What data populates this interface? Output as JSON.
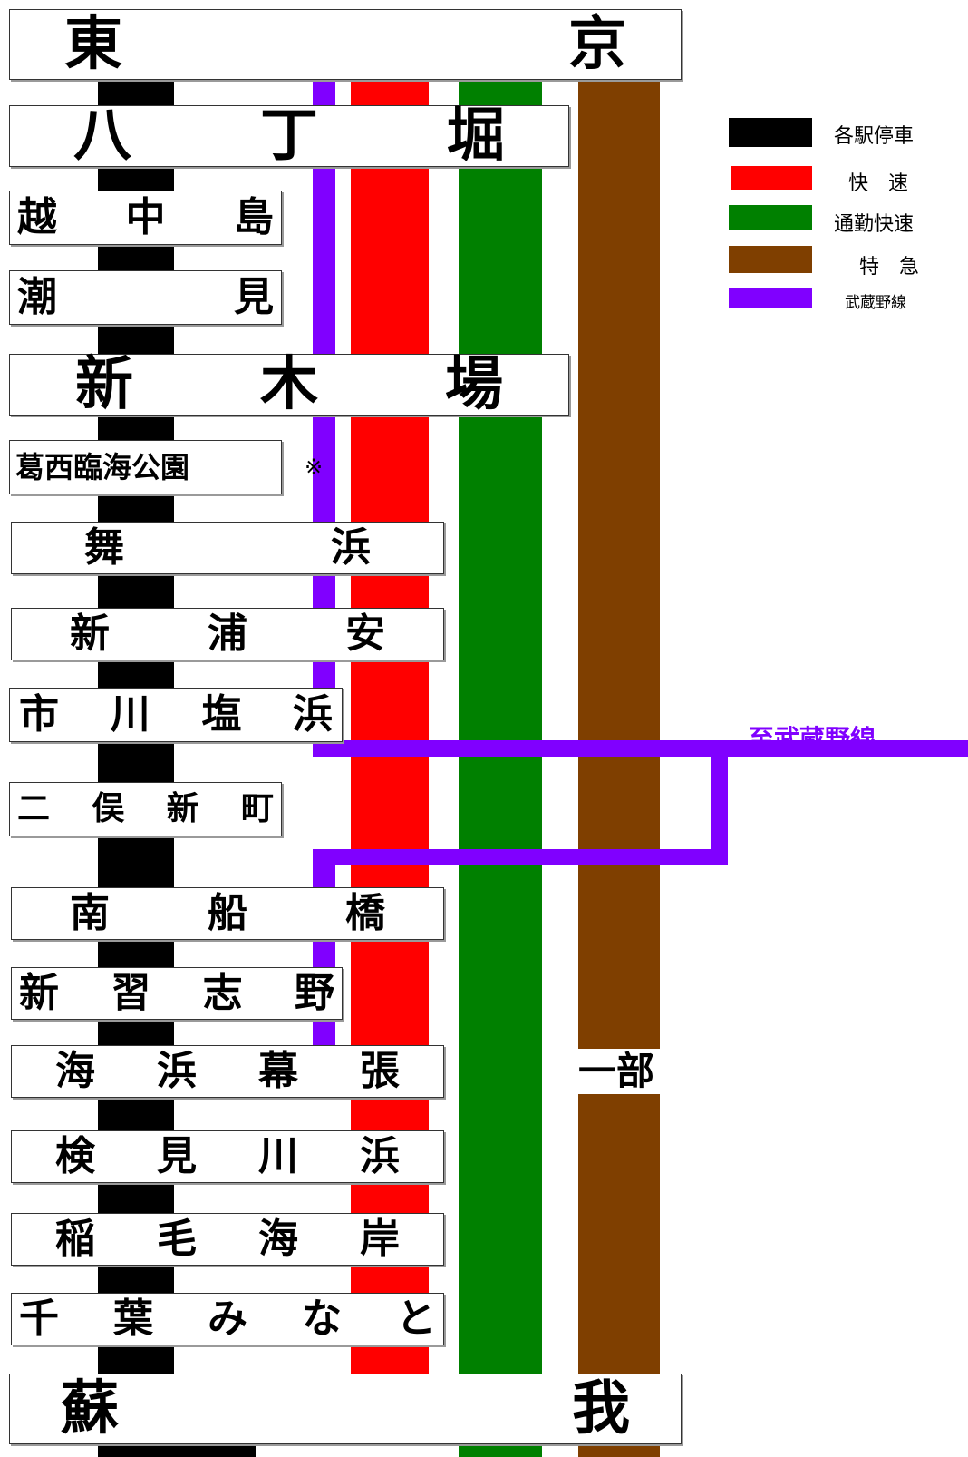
{
  "colors": {
    "local": "#000000",
    "rapid": "#ff0000",
    "commuter_rapid": "#008000",
    "limited_express": "#7f3f00",
    "musashino": "#8000ff"
  },
  "legend": [
    {
      "key": "local",
      "label": "各駅停車",
      "color": "#000000"
    },
    {
      "key": "rapid",
      "label": "快　速",
      "color": "#ff0000"
    },
    {
      "key": "commuter_rapid",
      "label": "通勤快速",
      "color": "#008000"
    },
    {
      "key": "limited_express",
      "label": "特　急",
      "color": "#7f3f00"
    },
    {
      "key": "musashino",
      "label": "武蔵野線",
      "color": "#8000ff"
    }
  ],
  "stations": [
    {
      "id": "tokyo",
      "chars": [
        "東",
        "京"
      ]
    },
    {
      "id": "hatchobori",
      "chars": [
        "八",
        "丁",
        "堀"
      ]
    },
    {
      "id": "etchujima",
      "chars": [
        "越",
        "中",
        "島"
      ]
    },
    {
      "id": "shiomi",
      "chars": [
        "潮",
        "見"
      ]
    },
    {
      "id": "shinkiba",
      "chars": [
        "新",
        "木",
        "場"
      ]
    },
    {
      "id": "kasai-rinkai-koen",
      "chars": [
        "葛西臨海公園"
      ]
    },
    {
      "id": "maihama",
      "chars": [
        "舞",
        "浜"
      ]
    },
    {
      "id": "shin-urayasu",
      "chars": [
        "新",
        "浦",
        "安"
      ]
    },
    {
      "id": "ichikawa-shiohama",
      "chars": [
        "市",
        "川",
        "塩",
        "浜"
      ]
    },
    {
      "id": "futamata-shinmachi",
      "chars": [
        "二",
        "俣",
        "新",
        "町"
      ]
    },
    {
      "id": "minami-funabashi",
      "chars": [
        "南",
        "船",
        "橋"
      ]
    },
    {
      "id": "shin-narashino",
      "chars": [
        "新",
        "習",
        "志",
        "野"
      ]
    },
    {
      "id": "kaihin-makuhari",
      "chars": [
        "海",
        "浜",
        "幕",
        "張"
      ]
    },
    {
      "id": "kemigawahama",
      "chars": [
        "検",
        "見",
        "川",
        "浜"
      ]
    },
    {
      "id": "inagekaigan",
      "chars": [
        "稲",
        "毛",
        "海",
        "岸"
      ]
    },
    {
      "id": "chiba-minato",
      "chars": [
        "千",
        "葉",
        "み",
        "な",
        "と"
      ]
    },
    {
      "id": "soga",
      "chars": [
        "蘇",
        "我"
      ]
    }
  ],
  "annotations": {
    "to_musashino": "至武蔵野線",
    "partial": "一部",
    "note_mark": "※"
  }
}
